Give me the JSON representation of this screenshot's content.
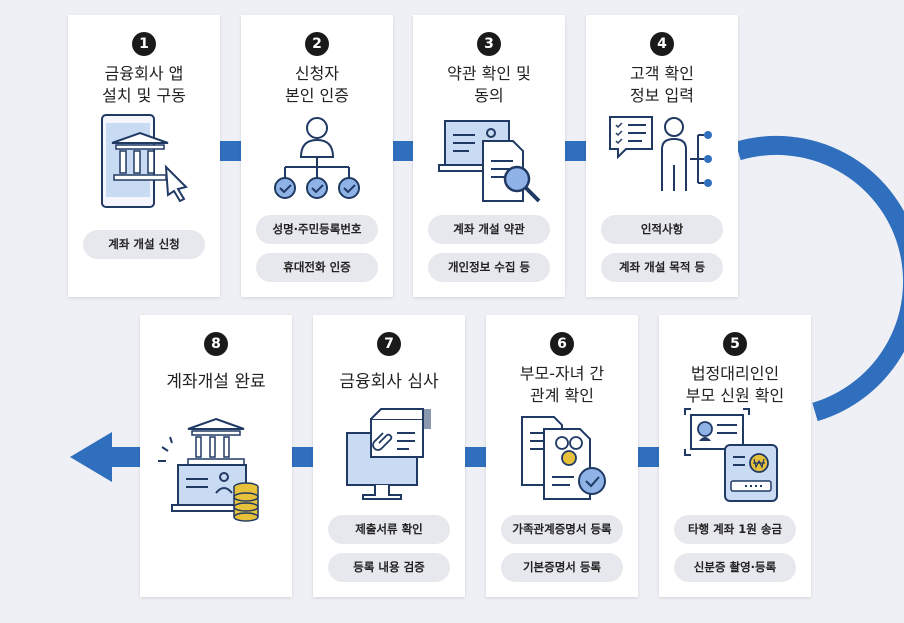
{
  "colors": {
    "primary_blue": "#2f6fbd",
    "dark_navy": "#203a64",
    "gold": "#e8c13a",
    "card_bg": "#ffffff",
    "pill_bg": "#e7e8ed"
  },
  "steps": [
    {
      "number": "1",
      "title_line1": "금융회사 앱",
      "title_line2": "설치 및 구동",
      "items": [
        "계좌 개설 신청"
      ],
      "icon": "smartphone-bank-icon"
    },
    {
      "number": "2",
      "title_line1": "신청자",
      "title_line2": "본인 인증",
      "items": [
        "성명·주민등록번호",
        "휴대전화 인증"
      ],
      "icon": "person-checklist-icon"
    },
    {
      "number": "3",
      "title_line1": "약관 확인 및",
      "title_line2": "동의",
      "items": [
        "계좌 개설 약관",
        "개인정보 수집 등"
      ],
      "icon": "document-magnifier-icon"
    },
    {
      "number": "4",
      "title_line1": "고객 확인",
      "title_line2": "정보 입력",
      "items": [
        "인적사항",
        "계좌 개설 목적 등"
      ],
      "icon": "person-form-icon"
    },
    {
      "number": "5",
      "title_line1": "법정대리인인",
      "title_line2": "부모 신원 확인",
      "items": [
        "타행 계좌 1원 송금",
        "신분증 촬영·등록"
      ],
      "icon": "id-card-phone-icon"
    },
    {
      "number": "6",
      "title_line1": "부모-자녀 간",
      "title_line2": "관계 확인",
      "items": [
        "가족관계증명서 등록",
        "기본증명서 등록"
      ],
      "icon": "family-certificate-icon"
    },
    {
      "number": "7",
      "title_line1": "금융회사 심사",
      "title_line2": "",
      "items": [
        "제출서류 확인",
        "등록 내용 검증"
      ],
      "icon": "monitor-document-icon"
    },
    {
      "number": "8",
      "title_line1": "계좌개설 완료",
      "title_line2": "",
      "items": [],
      "icon": "bank-laptop-coins-icon"
    }
  ]
}
